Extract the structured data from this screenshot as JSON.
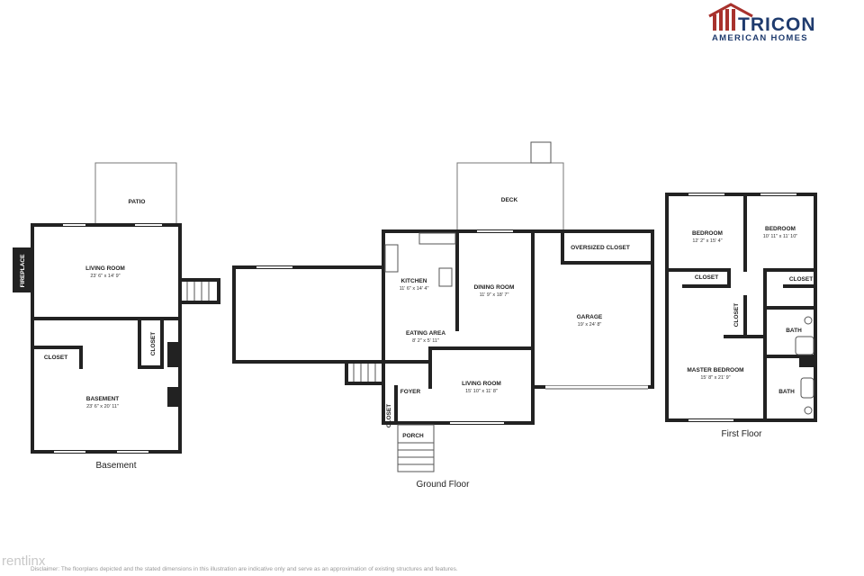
{
  "brand": {
    "name": "TRICON",
    "tagline": "AMERICAN HOMES",
    "colors": {
      "navy": "#1f3b6e",
      "red": "#a8322d"
    }
  },
  "watermark": "rentlinx",
  "disclaimer": "Disclaimer: The floorplans depicted and the stated dimensions in this illustration are indicative only and serve as an approximation of existing structures and features.",
  "floors": {
    "basement": {
      "title": "Basement",
      "rooms": {
        "patio": {
          "label": "PATIO"
        },
        "fireplace": {
          "label": "FIREPLACE"
        },
        "living_room": {
          "label": "LIVING ROOM",
          "dims": "23' 6\" x 14' 9\""
        },
        "closet_left": {
          "label": "CLOSET"
        },
        "closet_right": {
          "label": "CLOSET"
        },
        "basement": {
          "label": "BASEMENT",
          "dims": "23' 6\" x 20' 11\""
        }
      }
    },
    "ground": {
      "title": "Ground Floor",
      "rooms": {
        "deck": {
          "label": "DECK"
        },
        "kitchen": {
          "label": "KITCHEN",
          "dims": "11' 6\" x 14' 4\""
        },
        "dining_room": {
          "label": "DINING ROOM",
          "dims": "11' 9\" x 18' 7\""
        },
        "oversized_closet": {
          "label": "OVERSIZED CLOSET"
        },
        "garage": {
          "label": "GARAGE",
          "dims": "19' x 24' 8\""
        },
        "eating_area": {
          "label": "EATING AREA",
          "dims": "8' 2\" x 5' 11\""
        },
        "living_room": {
          "label": "LIVING ROOM",
          "dims": "15' 10\" x 11' 8\""
        },
        "foyer": {
          "label": "FOYER"
        },
        "closet": {
          "label": "CLOSET"
        },
        "porch": {
          "label": "PORCH"
        }
      }
    },
    "first": {
      "title": "First Floor",
      "rooms": {
        "bedroom_1": {
          "label": "BEDROOM",
          "dims": "12' 2\" x 15' 4\""
        },
        "bedroom_2": {
          "label": "BEDROOM",
          "dims": "10' 11\" x 11' 10\""
        },
        "closet_1": {
          "label": "CLOSET"
        },
        "closet_2": {
          "label": "CLOSET"
        },
        "closet_3": {
          "label": "CLOSET"
        },
        "bath_1": {
          "label": "BATH"
        },
        "master_bedroom": {
          "label": "MASTER BEDROOM",
          "dims": "15' 8\" x 21' 9\""
        },
        "bath_2": {
          "label": "BATH"
        }
      }
    }
  }
}
